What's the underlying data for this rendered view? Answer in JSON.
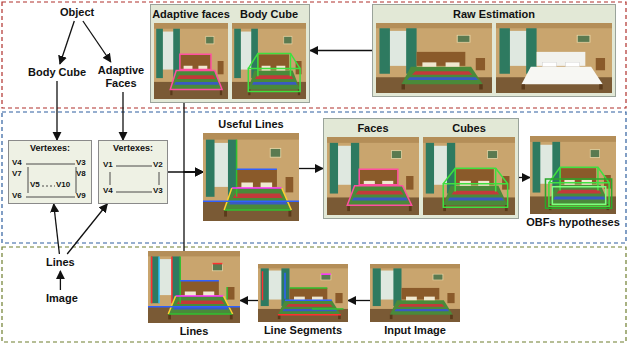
{
  "diagram": {
    "nodes": [
      {
        "text": [
          "Object"
        ]
      },
      {
        "text": [
          "Body Cube"
        ]
      },
      {
        "text": [
          "Adaptive Faces"
        ]
      },
      {
        "text": [
          "Adaptive faces",
          "Body Cube"
        ]
      },
      {
        "text": [
          "Raw Estimation"
        ]
      },
      {
        "text": [
          "Vertexes:"
        ]
      },
      {
        "text": [
          "Vertexes:"
        ]
      },
      {
        "text": [
          "Useful Lines"
        ]
      },
      {
        "text": [
          "Faces",
          "Cubes"
        ]
      },
      {
        "text": [
          "OBFs hypotheses"
        ]
      },
      {
        "text": [
          "Lines"
        ]
      },
      {
        "text": [
          "Image"
        ]
      },
      {
        "text": [
          "Lines"
        ]
      },
      {
        "text": [
          "Line Segments"
        ]
      },
      {
        "text": [
          "Input Image"
        ]
      }
    ],
    "edges": [
      {
        "from": 0,
        "to": 1,
        "arrow": "to"
      },
      {
        "from": 0,
        "to": 2,
        "arrow": "to"
      },
      {
        "from": 1,
        "to": 5,
        "arrow": "to"
      },
      {
        "from": 2,
        "to": 6,
        "arrow": "to"
      },
      {
        "from": 10,
        "to": 5,
        "arrow": "to"
      },
      {
        "from": 10,
        "to": 6,
        "arrow": "to"
      },
      {
        "from": 11,
        "to": 10,
        "arrow": "to"
      },
      {
        "from": 4,
        "to": 3,
        "arrow": "to"
      },
      {
        "from": 3,
        "to": 7,
        "arrow": "to"
      },
      {
        "from": 6,
        "to": 7,
        "arrow": "to"
      },
      {
        "from": 12,
        "to": 7,
        "arrow": "to"
      },
      {
        "from": 7,
        "to": 8,
        "arrow": "to"
      },
      {
        "from": 8,
        "to": 9,
        "arrow": "to"
      },
      {
        "from": 14,
        "to": 13,
        "arrow": "to"
      },
      {
        "from": 13,
        "to": 12,
        "arrow": "to"
      }
    ],
    "labels": [
      "V4",
      "V3",
      "V7",
      "V8",
      "V5",
      "V10",
      "V6",
      "V9",
      "V1",
      "V2",
      "V4",
      "V3"
    ]
  }
}
